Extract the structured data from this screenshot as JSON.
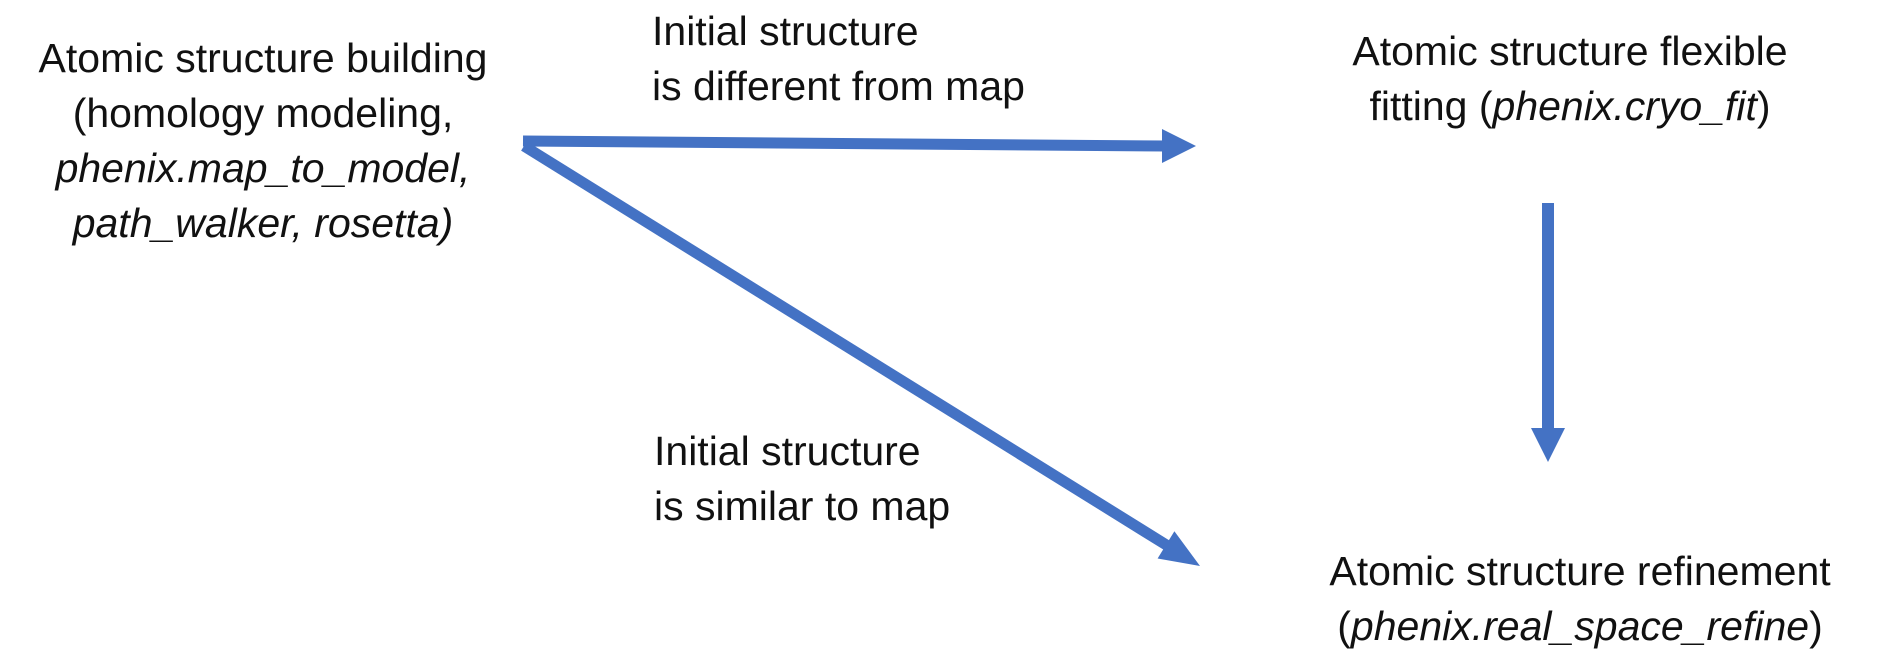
{
  "colors": {
    "arrow": "#4472C4",
    "text": "#111111",
    "background": "#ffffff"
  },
  "nodes": {
    "building": {
      "line1": "Atomic structure building",
      "line2": "(homology modeling,",
      "line3_italic": "phenix.map_to_model,",
      "line4_italic": "path_walker, rosetta)"
    },
    "flexible_fitting": {
      "line1": "Atomic structure flexible",
      "line2_prefix": "fitting (",
      "line2_italic": "phenix.cryo_fit",
      "line2_suffix": ")"
    },
    "refinement": {
      "line1": "Atomic structure refinement",
      "line2_prefix": "(",
      "line2_italic": "phenix.real_space_refine",
      "line2_suffix": ")"
    }
  },
  "edge_labels": {
    "different": {
      "line1": "Initial structure",
      "line2": "is different from map"
    },
    "similar": {
      "line1": "Initial structure",
      "line2": "is similar to map"
    }
  },
  "arrows": [
    {
      "from": "building",
      "to": "flexible_fitting",
      "condition": "Initial structure is different from map"
    },
    {
      "from": "building",
      "to": "refinement",
      "condition": "Initial structure is similar to map"
    },
    {
      "from": "flexible_fitting",
      "to": "refinement",
      "condition": ""
    }
  ]
}
